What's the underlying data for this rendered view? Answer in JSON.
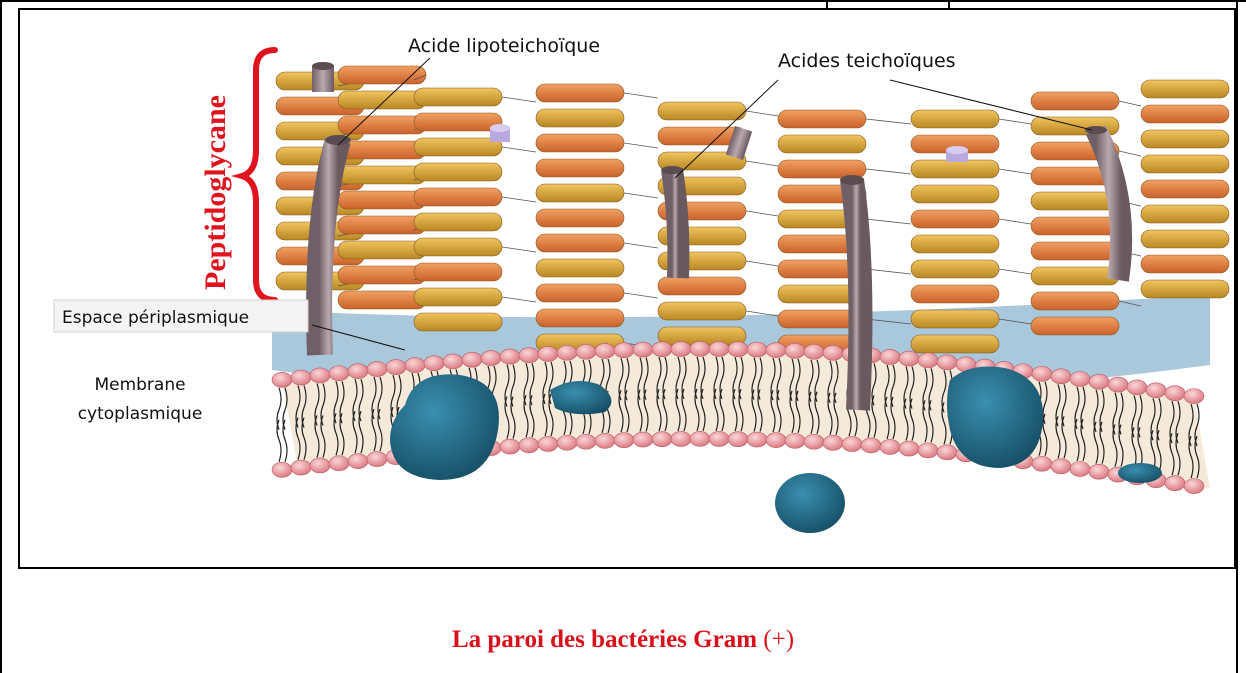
{
  "diagram": {
    "labels": {
      "peptidoglycane": "Peptidoglycane",
      "acide_lipoteichoique": "Acide lipoteichoïque",
      "acides_teichoiques": "Acides teichoïques",
      "espace_periplasmique": "Espace périplasmique",
      "membrane_line1": "Membrane",
      "membrane_line2": "cytoplasmique"
    },
    "colors": {
      "label_red": "#e0141f",
      "peptidoglycan_orange": "#e07a3a",
      "peptidoglycan_gold": "#d9a235",
      "periplasm_blue": "#a9c8db",
      "protein_teal": "#1f6784",
      "lipid_head": "#eaa3a9",
      "teichoic_rod": "#9b8c92"
    }
  },
  "caption": {
    "text": "La paroi des bactéries Gram",
    "suffix": "(+)"
  }
}
